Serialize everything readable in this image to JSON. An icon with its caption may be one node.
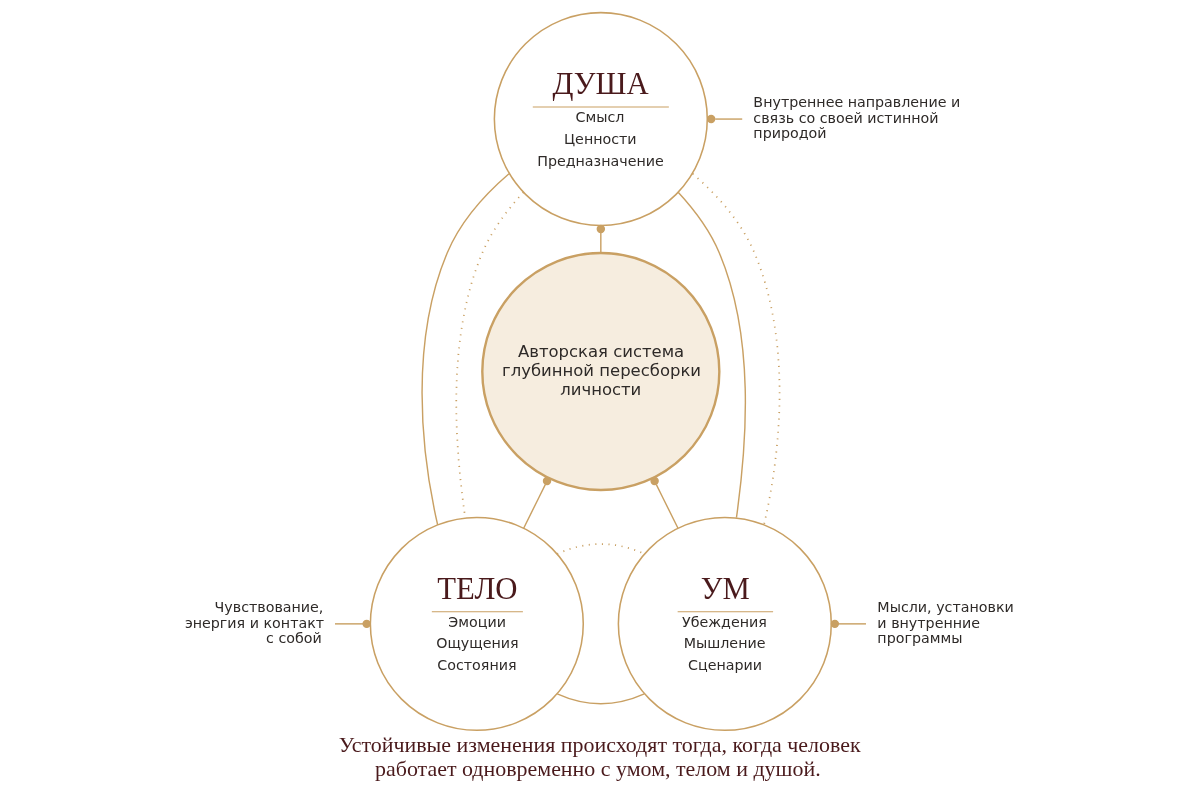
{
  "diagram": {
    "caption": "Устойчивые изменения происходят тогда, когда человек работает одновременно с умом, телом и душой.",
    "nodes": [
      {
        "text": [
          "ДУША",
          "Смысл",
          "Ценности",
          "Предназначение"
        ]
      },
      {
        "text": [
          "Внутреннее направление и связь со своей истинной природой"
        ]
      },
      {
        "text": [
          "Авторская система глубинной пересборки личности"
        ]
      },
      {
        "text": [
          "Чувствование, энергия и контакт с собой"
        ]
      },
      {
        "text": [
          "ТЕЛО",
          "Эмоции",
          "Ощущения",
          "Состояния"
        ]
      },
      {
        "text": [
          "УМ",
          "Убеждения",
          "Мышление",
          "Сценарии"
        ]
      },
      {
        "text": [
          "Мысли, установки и внутренние программы"
        ]
      }
    ],
    "edges": [
      {
        "from": 0,
        "to": 2,
        "arrow": "other"
      },
      {
        "from": 2,
        "to": 4,
        "arrow": "other"
      },
      {
        "from": 2,
        "to": 5,
        "arrow": "other"
      },
      {
        "from": 0,
        "to": 4,
        "arrow": "none"
      },
      {
        "from": 0,
        "to": 5,
        "arrow": "none"
      },
      {
        "from": 4,
        "to": 5,
        "arrow": "none"
      },
      {
        "from": 0,
        "to": 4,
        "arrow": "none",
        "style": "dashed"
      },
      {
        "from": 0,
        "to": 5,
        "arrow": "none",
        "style": "dashed"
      },
      {
        "from": 4,
        "to": 5,
        "arrow": "none",
        "style": "dashed"
      },
      {
        "from": 0,
        "to": 1,
        "arrow": "other"
      },
      {
        "from": 3,
        "to": 4,
        "arrow": "other"
      },
      {
        "from": 5,
        "to": 6,
        "arrow": "other"
      }
    ]
  }
}
